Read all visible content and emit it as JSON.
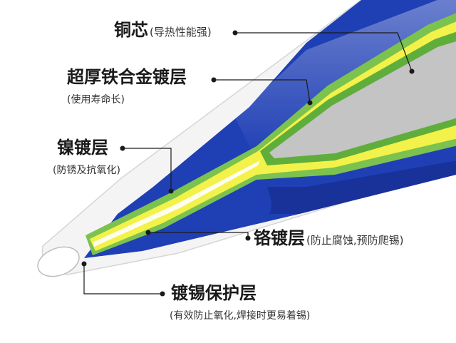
{
  "colors": {
    "copper_core": "#c4c4c4",
    "iron_alloy": "#f2f24a",
    "nickel": "#7cc24e",
    "chrome": "#1f3fb5",
    "tin_plating": "#ffffff",
    "leader_line": "#1a1a1a"
  },
  "layers": [
    {
      "name": "铜芯",
      "sub": "(导热性能强)"
    },
    {
      "name": "超厚铁合金镀层",
      "sub": "(使用寿命长)"
    },
    {
      "name": "镍镀层",
      "sub": "(防锈及抗氧化)"
    },
    {
      "name": "铬镀层",
      "sub": "(防止腐蚀,预防爬锡)"
    },
    {
      "name": "镀锡保护层",
      "sub": "(有效防止氧化,焊接时更易着锡)"
    }
  ]
}
